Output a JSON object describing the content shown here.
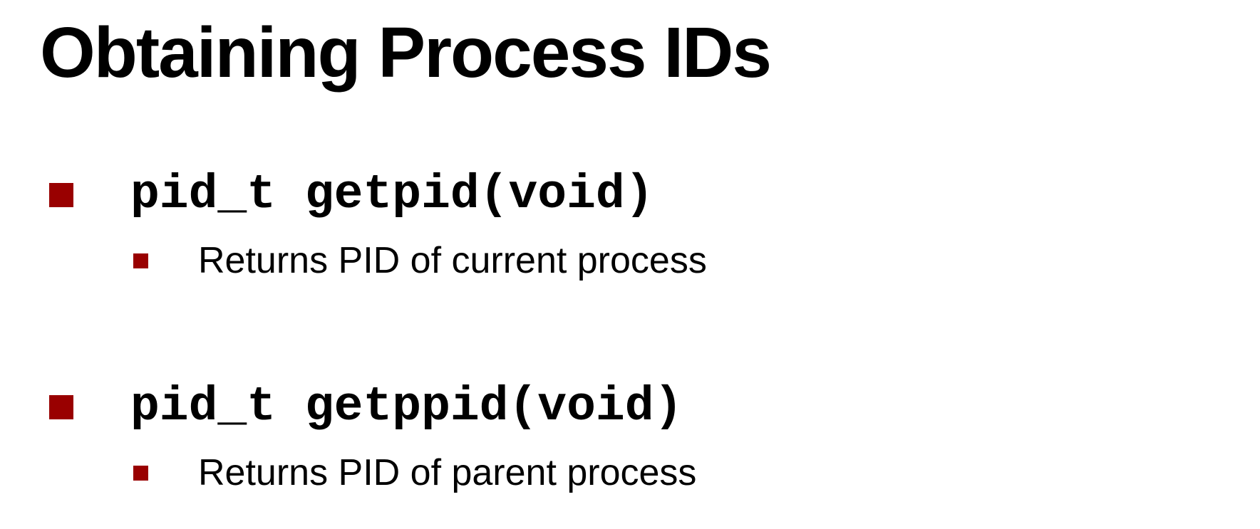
{
  "slide": {
    "title": "Obtaining Process IDs",
    "bullets": [
      {
        "code": "pid_t getpid(void)",
        "description": "Returns PID of current process"
      },
      {
        "code": "pid_t getppid(void)",
        "description": "Returns PID of parent process"
      }
    ]
  },
  "colors": {
    "bullet": "#990000",
    "text": "#000000",
    "background": "#ffffff"
  },
  "icons": {
    "bullet_marker": "square-bullet-icon"
  }
}
